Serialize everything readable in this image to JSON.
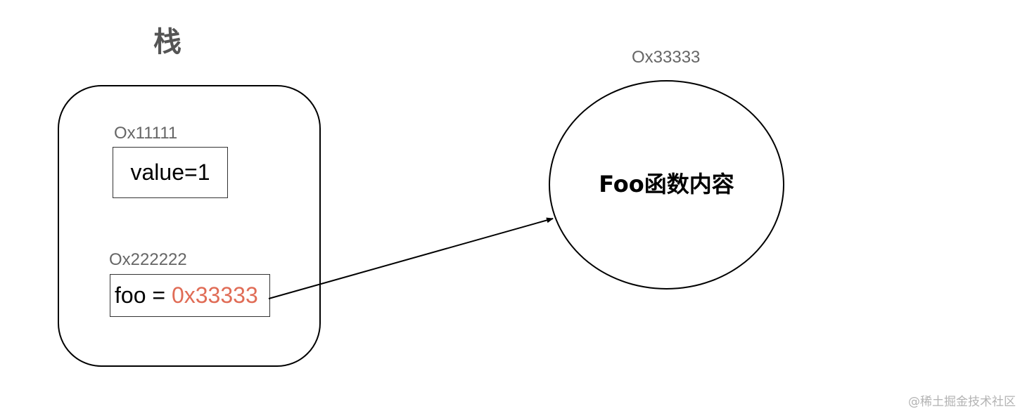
{
  "stack": {
    "title": "栈",
    "cells": [
      {
        "address": "Ox11111",
        "content": "value=1"
      },
      {
        "address": "Ox222222",
        "name": "foo = ",
        "pointer": "0x33333"
      }
    ]
  },
  "heap": {
    "address": "Ox33333",
    "content": "Foo函数内容"
  },
  "colors": {
    "pointer": "#e06c56",
    "label": "#666666"
  },
  "watermark": "@稀土掘金技术社区"
}
